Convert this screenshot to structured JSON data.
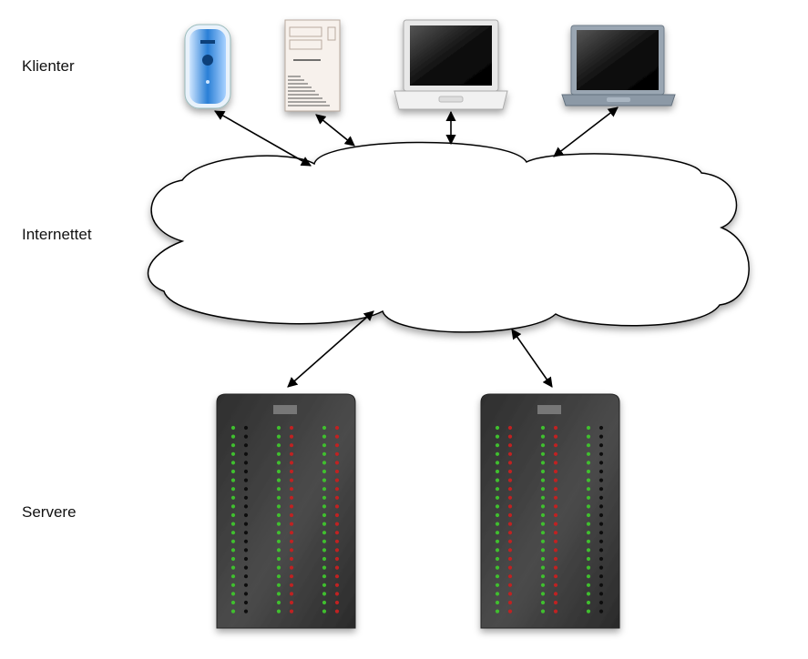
{
  "labels": {
    "clients": "Klienter",
    "internet": "Internettet",
    "servers": "Servere"
  },
  "icons": {
    "client_1": "desktop-tower-blue-icon",
    "client_2": "desktop-tower-beige-icon",
    "client_3": "laptop-white-icon",
    "client_4": "laptop-silver-icon",
    "cloud": "cloud-icon",
    "server_1": "server-rack-icon",
    "server_2": "server-rack-icon"
  },
  "colors": {
    "cloud_fill": "#ffffff",
    "cloud_stroke": "#000000",
    "server_body": "#3a3a3a",
    "led_green": "#3fbf2f",
    "led_red": "#c02020",
    "led_black": "#111111",
    "blue_tower": "#2a7fd6"
  }
}
